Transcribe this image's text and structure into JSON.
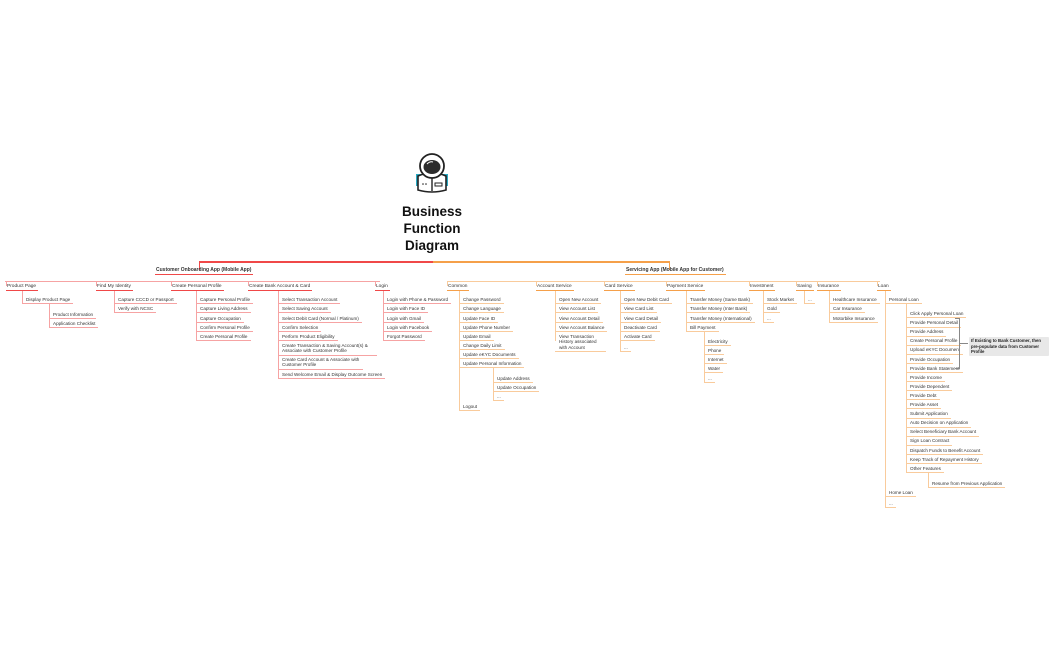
{
  "root": {
    "title": "Business Function Diagram",
    "logo": "astronaut-icon"
  },
  "colors": {
    "onboarding": "#f04848",
    "onboarding_light": "#f6a3a3",
    "servicing": "#f5a04a",
    "servicing_light": "#f9cb9c"
  },
  "apps": [
    {
      "label": "Customer Onboarding App (Mobile App)",
      "branches": [
        {
          "label": "Product Page",
          "children": [
            {
              "label": "Display Product Page",
              "children": [
                {
                  "label": "Product Information"
                },
                {
                  "label": "Application Checklist"
                }
              ]
            }
          ]
        },
        {
          "label": "Find My Identity",
          "children": [
            {
              "label": "Capture CCCD or Passport"
            },
            {
              "label": "Verify with NCSC"
            }
          ]
        },
        {
          "label": "Create Personal Profile",
          "children": [
            {
              "label": "Capture Personal Profile"
            },
            {
              "label": "Capture Living Address"
            },
            {
              "label": "Capture Occupation"
            },
            {
              "label": "Confirm Personal Profile"
            },
            {
              "label": "Create Personal Profile"
            }
          ]
        },
        {
          "label": "Create Bank Account & Card",
          "children": [
            {
              "label": "Select Transaction Account"
            },
            {
              "label": "Select Saving Account"
            },
            {
              "label": "Select Debit Card (Normal / Platinum)"
            },
            {
              "label": "Confirm Selection"
            },
            {
              "label": "Perform Product Eligibility"
            },
            {
              "label": "Create Transaction & Saving Account(s) & Associate with Customer Profile"
            },
            {
              "label": "Create Card Account & Associate with Customer Profile"
            },
            {
              "label": "Send Welcome Email & Display Outcome Screen"
            }
          ]
        },
        {
          "label": "Login",
          "children": [
            {
              "label": "Login with Phone & Password"
            },
            {
              "label": "Login with Face ID"
            },
            {
              "label": "Login with Gmail"
            },
            {
              "label": "Login with Facebook"
            },
            {
              "label": "Forgot Password"
            }
          ]
        }
      ]
    },
    {
      "label": "Servicing App (Mobile App for Customer)",
      "branches": [
        {
          "label": "Common",
          "children": [
            {
              "label": "Change Password"
            },
            {
              "label": "Change Language"
            },
            {
              "label": "Update Face ID"
            },
            {
              "label": "Update Phone Number"
            },
            {
              "label": "Update Email"
            },
            {
              "label": "Change Daily Limit"
            },
            {
              "label": "Update eKYC Documents"
            },
            {
              "label": "Update Personal Information",
              "children": [
                {
                  "label": "Update Address"
                },
                {
                  "label": "Update Occupation"
                },
                {
                  "label": "..."
                }
              ]
            },
            {
              "label": "Logout"
            }
          ]
        },
        {
          "label": "Account Service",
          "children": [
            {
              "label": "Open New Account"
            },
            {
              "label": "View Account List"
            },
            {
              "label": "View Account Detail"
            },
            {
              "label": "View Account Balance"
            },
            {
              "label": "View Transaction History associated with Account"
            }
          ]
        },
        {
          "label": "Card Service",
          "children": [
            {
              "label": "Open New Debit Card"
            },
            {
              "label": "View Card List"
            },
            {
              "label": "View Card Detail"
            },
            {
              "label": "Deactivate Card"
            },
            {
              "label": "Activate Card"
            },
            {
              "label": "..."
            }
          ]
        },
        {
          "label": "Payment Service",
          "children": [
            {
              "label": "Transfer Money (Same Bank)"
            },
            {
              "label": "Transfer Money (Inter Bank)"
            },
            {
              "label": "Transfer Money (International)"
            },
            {
              "label": "Bill Payment",
              "children": [
                {
                  "label": "Electricity"
                },
                {
                  "label": "Phone"
                },
                {
                  "label": "Internet"
                },
                {
                  "label": "Water"
                },
                {
                  "label": "..."
                }
              ]
            }
          ]
        },
        {
          "label": "Investment",
          "children": [
            {
              "label": "Stock Market"
            },
            {
              "label": "Gold"
            },
            {
              "label": "..."
            }
          ]
        },
        {
          "label": "Saving",
          "children": [
            {
              "label": "..."
            }
          ]
        },
        {
          "label": "Insurance",
          "children": [
            {
              "label": "Healthcare Insurance"
            },
            {
              "label": "Car Insurance"
            },
            {
              "label": "Motorbike Insurance"
            }
          ]
        },
        {
          "label": "Loan",
          "children": [
            {
              "label": "Personal Loan",
              "children": [
                {
                  "label": "Click Apply Personal Loan"
                },
                {
                  "label": "Provide Personal Detail"
                },
                {
                  "label": "Provide Address"
                },
                {
                  "label": "Create Personal Profile"
                },
                {
                  "label": "Upload eKYC Document"
                },
                {
                  "label": "Provide Occupation"
                },
                {
                  "label": "Provide Bank Statement"
                },
                {
                  "label": "Provide Income"
                },
                {
                  "label": "Provide Dependent"
                },
                {
                  "label": "Provide Debt"
                },
                {
                  "label": "Provide Asset"
                },
                {
                  "label": "Submit Application"
                },
                {
                  "label": "Auto Decision on Application"
                },
                {
                  "label": "Select Beneficiary Bank Account"
                },
                {
                  "label": "Sign Loan Contract"
                },
                {
                  "label": "Dispatch Funds to Benefit Account"
                },
                {
                  "label": "Keep Track of Repayment History"
                },
                {
                  "label": "Other Features",
                  "children": [
                    {
                      "label": "Resume from Previous Application"
                    }
                  ]
                }
              ]
            },
            {
              "label": "Home Loan"
            },
            {
              "label": "..."
            }
          ]
        }
      ]
    }
  ],
  "note": "If Existing to Bank Customer, then pre-populate data from Customer Profile"
}
